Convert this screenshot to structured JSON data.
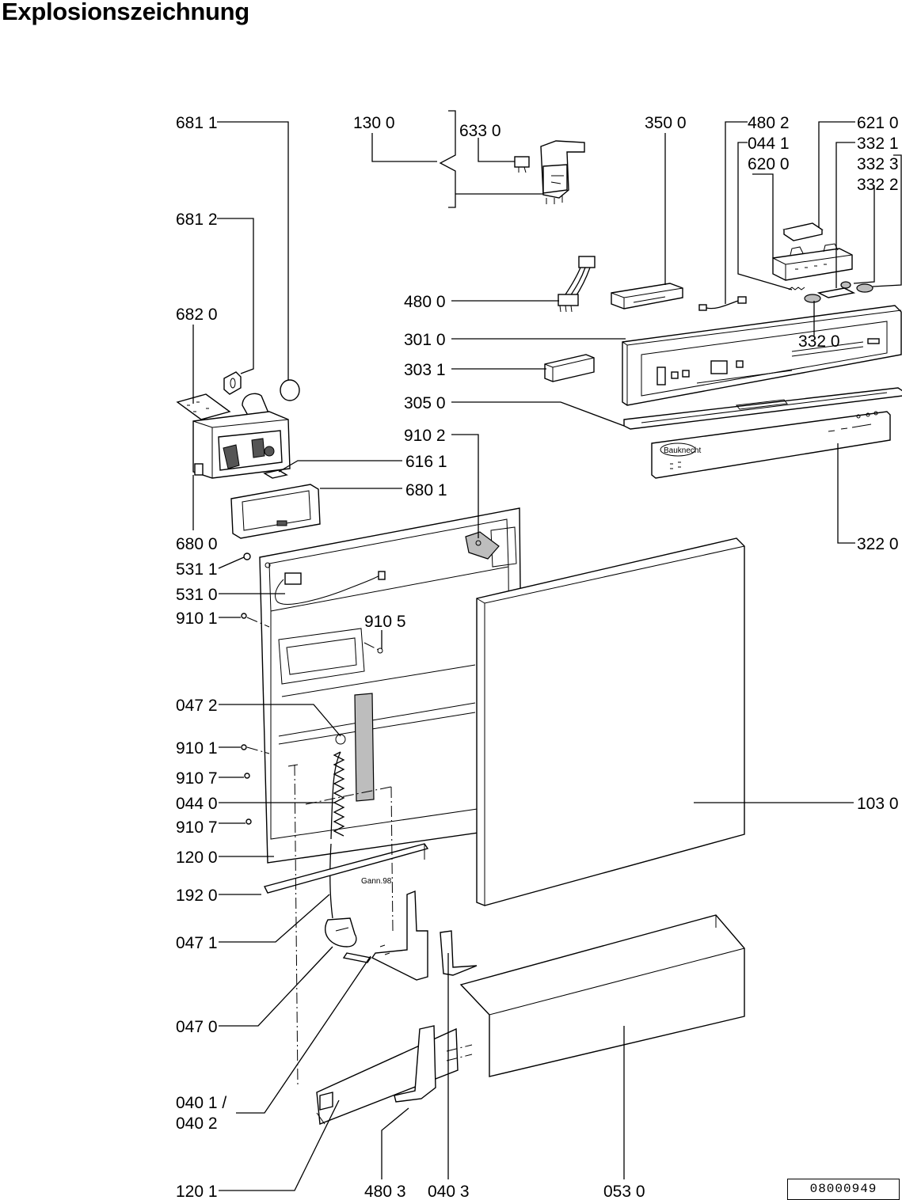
{
  "title": "Explosionszeichnung",
  "doc_id": "08000949",
  "labels": {
    "l6811": "681 1",
    "l1300": "130 0",
    "l6330": "633 0",
    "l3500": "350 0",
    "l4802": "480 2",
    "l0441": "044 1",
    "l6200": "620 0",
    "l6210": "621 0",
    "l3321": "332 1",
    "l3323": "332 3",
    "l3322": "332 2",
    "l6812": "681 2",
    "l4800": "480 0",
    "l3010": "301 0",
    "l3031": "303 1",
    "l3050": "305 0",
    "l3320": "332 0",
    "l6820": "682 0",
    "l9102": "910 2",
    "l6161": "616 1",
    "l6801": "680 1",
    "l3220": "322 0",
    "l6800": "680 0",
    "l5311": "531 1",
    "l5310": "531 0",
    "l9101a": "910 1",
    "l9105": "910 5",
    "l0472": "047 2",
    "l9101b": "910 1",
    "l9107a": "910 7",
    "l0440": "044 0",
    "l9107b": "910 7",
    "l1200": "120 0",
    "l1030": "103 0",
    "l1920": "192 0",
    "l0471": "047 1",
    "l0470": "047 0",
    "l0401": "040 1 /",
    "l0402": "040 2",
    "l1201": "120 1",
    "l4803": "480 3",
    "l0403": "040 3",
    "l0530": "053 0"
  },
  "brand": "Bauknecht",
  "stamp": "Gann.98"
}
